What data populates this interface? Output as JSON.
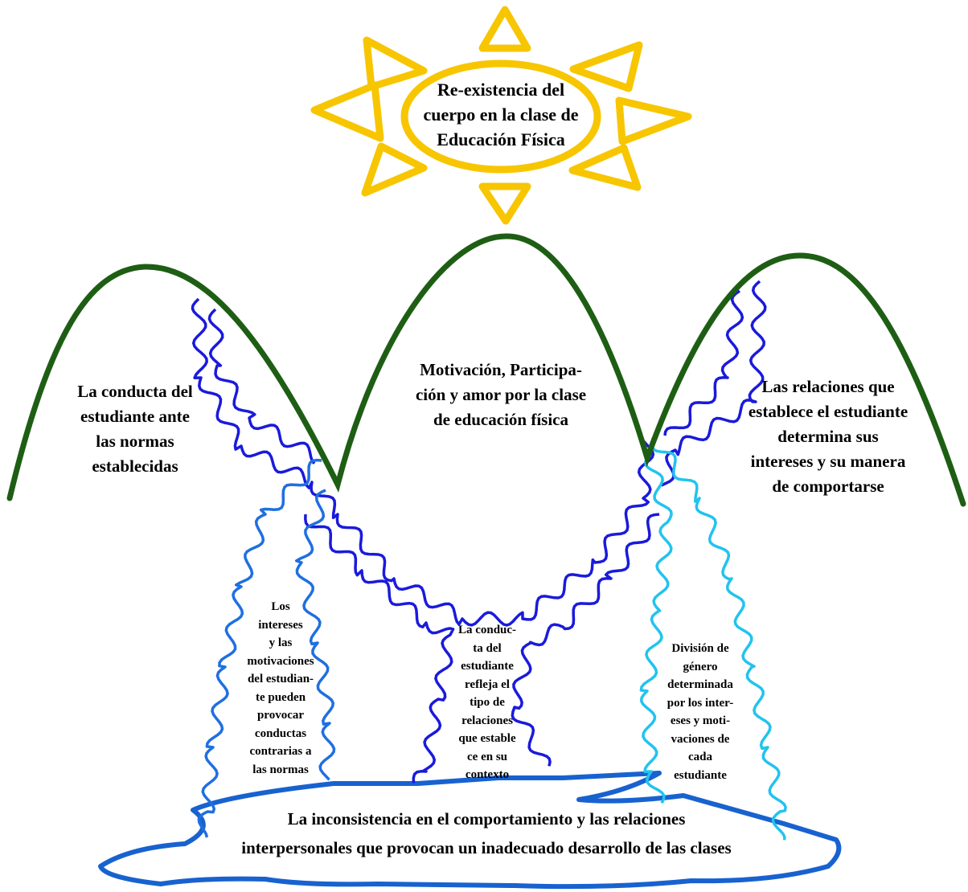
{
  "colors": {
    "sun": "#f7c600",
    "hills": "#1e5e14",
    "river_dark": "#1a1adc",
    "river_mid": "#1f6fe0",
    "river_light": "#22c3ee",
    "lake": "#1862d0",
    "text": "#000000"
  },
  "sun": {
    "lines": [
      "Re-existencia del",
      "cuerpo en la clase de",
      "Educación Física"
    ]
  },
  "hills": {
    "left": [
      "La conducta del",
      "estudiante ante",
      "las normas",
      "establecidas"
    ],
    "center": [
      "Motivación, Participa-",
      "ción y amor por la clase",
      "de educación física"
    ],
    "right": [
      "Las relaciones que",
      "establece el estudiante",
      "determina sus",
      "intereses y su manera",
      "de comportarse"
    ]
  },
  "rivers": {
    "left": [
      "Los",
      "intereses",
      "y las",
      "motivaciones",
      "del estudian-",
      "te pueden",
      "provocar",
      "conductas",
      "contrarias a",
      "las normas"
    ],
    "center": [
      "La conduc-",
      "ta del",
      "estudiante",
      "refleja el",
      "tipo de",
      "relaciones",
      "que estable",
      "ce en su",
      "contexto"
    ],
    "right": [
      "División de",
      "género",
      "determinada",
      "por los inter-",
      "eses y moti-",
      "vaciones de",
      "cada",
      "estudiante"
    ]
  },
  "lake": {
    "lines": [
      "La inconsistencia en el comportamiento y las relaciones",
      "interpersonales que provocan un inadecuado desarrollo de las clases"
    ]
  }
}
